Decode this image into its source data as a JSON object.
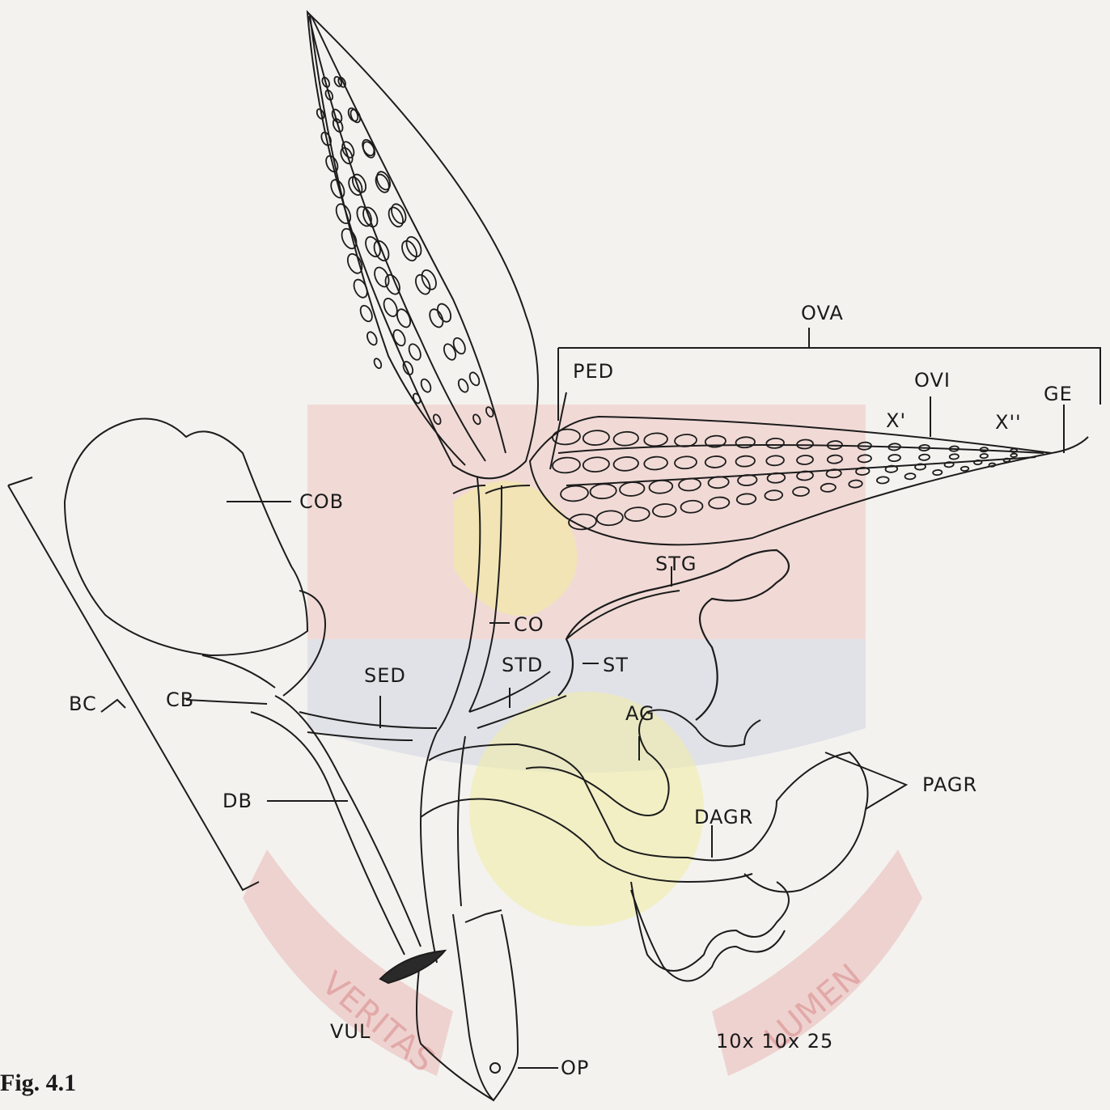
{
  "figure": {
    "labels": {
      "ova": "OVA",
      "ped": "PED",
      "ovi": "OVI",
      "ge": "GE",
      "x1": "X'",
      "x2": "X''",
      "cob": "COB",
      "stg": "STG",
      "co": "CO",
      "std": "STD",
      "st": "ST",
      "sed": "SED",
      "bc": "BC",
      "cb": "CB",
      "ag": "AG",
      "pagr": "PAGR",
      "db": "DB",
      "dagr": "DAGR",
      "vul": "VUL",
      "op": "OP",
      "scale": "10x 10x 25"
    },
    "caption": "Fig. 4.1"
  },
  "watermark": {
    "motto_left": "VERITAS",
    "motto_right": "LUMEN",
    "colors": {
      "red": "#e8b3b3",
      "yellow": "#f1eda2",
      "blue": "#c9cde0"
    }
  }
}
